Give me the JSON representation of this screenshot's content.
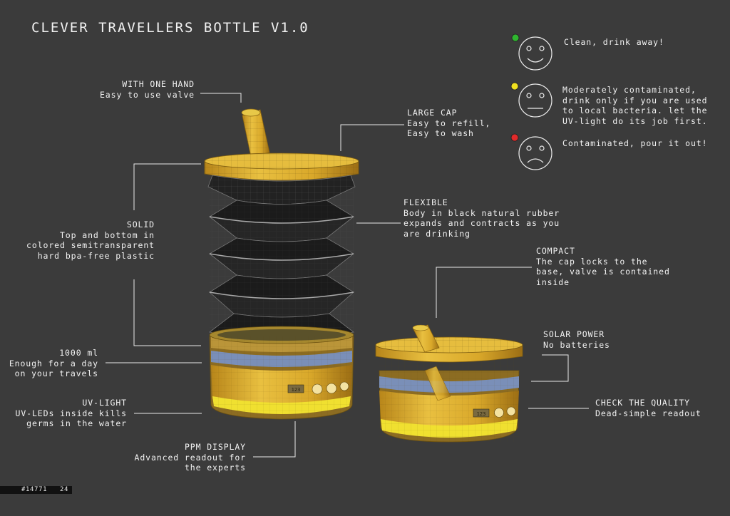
{
  "title": "CLEVER TRAVELLERS BOTTLE V1.0",
  "callouts": {
    "one_hand": {
      "heading": "WITH ONE HAND",
      "body": "Easy to use valve"
    },
    "large_cap": {
      "heading": "LARGE CAP",
      "body": [
        "Easy to refill,",
        "Easy to wash"
      ]
    },
    "solid": {
      "heading": "SOLID",
      "body": [
        "Top and bottom in",
        "colored semitransparent",
        "hard bpa-free plastic"
      ]
    },
    "flexible": {
      "heading": "FLEXIBLE",
      "body": [
        "Body in black natural rubber",
        "expands and contracts as you",
        "are drinking"
      ]
    },
    "compact": {
      "heading": "COMPACT",
      "body": [
        "The cap locks to the",
        "base, valve is contained",
        "inside"
      ]
    },
    "volume": {
      "heading": "1000 ml",
      "body": [
        "Enough for a day",
        "on your travels"
      ]
    },
    "solar": {
      "heading": "SOLAR POWER",
      "body": "No batteries"
    },
    "uv": {
      "heading": "UV-LIGHT",
      "body": [
        "UV-LEDs inside kills",
        "germs in the water"
      ]
    },
    "quality": {
      "heading": "CHECK THE QUALITY",
      "body": "Dead-simple readout"
    },
    "ppm": {
      "heading": "PPM DISPLAY",
      "body": [
        "Advanced readout for",
        "the experts"
      ]
    }
  },
  "legend": [
    {
      "status_color": "#2fb52f",
      "face": "smile-face-icon",
      "text": [
        "Clean, drink away!"
      ]
    },
    {
      "status_color": "#f0e020",
      "face": "neutral-face-icon",
      "text": [
        "Moderately contaminated,",
        "drink only if you are used",
        "to local bacteria. let the",
        "UV-light do its job first."
      ]
    },
    {
      "status_color": "#e02a2a",
      "face": "sad-face-icon",
      "text": [
        "Contaminated, pour it out!"
      ]
    }
  ],
  "display_readout": "123",
  "footer": {
    "id": "#14771",
    "page": "24"
  },
  "colors": {
    "background": "#3b3b3b",
    "plastic": "#e8b92e",
    "rubber": "#1e1e1e",
    "uv_band": "#7a8fb8"
  }
}
